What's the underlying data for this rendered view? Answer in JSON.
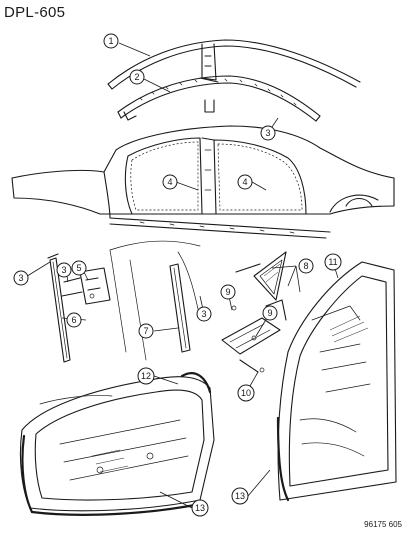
{
  "diagram_id": "DPL-605",
  "reference_code": "96175 605",
  "callouts": [
    {
      "label": "1"
    },
    {
      "label": "2"
    },
    {
      "label": "3"
    },
    {
      "label": "4"
    },
    {
      "label": "4"
    },
    {
      "label": "5"
    },
    {
      "label": "3"
    },
    {
      "label": "3"
    },
    {
      "label": "3"
    },
    {
      "label": "6"
    },
    {
      "label": "7"
    },
    {
      "label": "8"
    },
    {
      "label": "9"
    },
    {
      "label": "9"
    },
    {
      "label": "10"
    },
    {
      "label": "11"
    },
    {
      "label": "12"
    },
    {
      "label": "13"
    },
    {
      "label": "13"
    }
  ]
}
